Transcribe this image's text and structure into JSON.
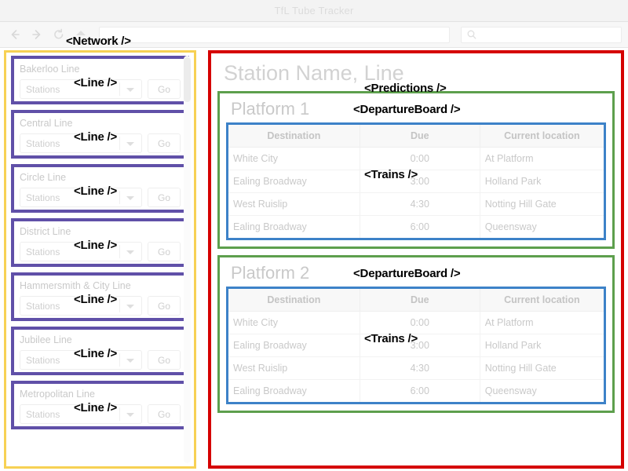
{
  "window": {
    "title": "TfL Tube Tracker"
  },
  "toolbar": {
    "back_icon": "back-arrow-icon",
    "forward_icon": "forward-arrow-icon",
    "reload_icon": "reload-icon",
    "home_icon": "home-icon",
    "address_value": "",
    "address_placeholder": "",
    "search_value": "",
    "search_placeholder": "",
    "search_icon": "search-icon"
  },
  "annotations": {
    "network": "<Network />",
    "line": "<Line />",
    "predictions": "<Predictions />",
    "departure_board": "<DepartureBoard />",
    "trains": "<Trains />"
  },
  "colors": {
    "network_border": "#f7d154",
    "line_border": "#6050a8",
    "predictions_border": "#d50000",
    "board_border": "#5d9f4d",
    "trains_border": "#3d82c8"
  },
  "network": {
    "stations_placeholder": "Stations",
    "go_label": "Go",
    "chevron_icon": "chevron-down-icon",
    "lines": [
      {
        "name": "Bakerloo Line"
      },
      {
        "name": "Central Line"
      },
      {
        "name": "Circle Line"
      },
      {
        "name": "District Line"
      },
      {
        "name": "Hammersmith & City Line"
      },
      {
        "name": "Jubilee Line"
      },
      {
        "name": "Metropolitan Line"
      }
    ]
  },
  "predictions": {
    "station_title": "Station Name, Line",
    "boards": [
      {
        "platform": "Platform 1",
        "columns": [
          "Destination",
          "Due",
          "Current location"
        ],
        "rows": [
          {
            "destination": "White City",
            "due": "0:00",
            "location": "At Platform"
          },
          {
            "destination": "Ealing Broadway",
            "due": "3:00",
            "location": "Holland Park"
          },
          {
            "destination": "West Ruislip",
            "due": "4:30",
            "location": "Notting Hill Gate"
          },
          {
            "destination": "Ealing Broadway",
            "due": "6:00",
            "location": "Queensway"
          }
        ]
      },
      {
        "platform": "Platform 2",
        "columns": [
          "Destination",
          "Due",
          "Current location"
        ],
        "rows": [
          {
            "destination": "White City",
            "due": "0:00",
            "location": "At Platform"
          },
          {
            "destination": "Ealing Broadway",
            "due": "3:00",
            "location": "Holland Park"
          },
          {
            "destination": "West Ruislip",
            "due": "4:30",
            "location": "Notting Hill Gate"
          },
          {
            "destination": "Ealing Broadway",
            "due": "6:00",
            "location": "Queensway"
          }
        ]
      }
    ]
  }
}
